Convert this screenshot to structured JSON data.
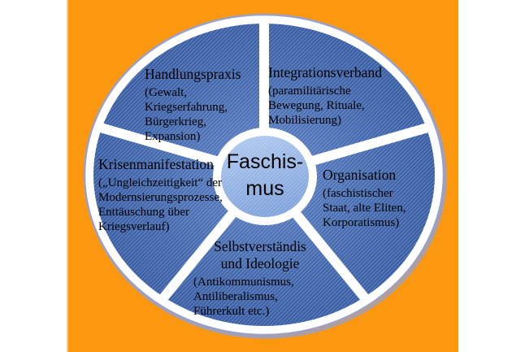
{
  "diagram": {
    "center_label": "Faschis-\nmus",
    "segments": [
      {
        "title": "Handlungspraxis",
        "details": "(Gewalt,\nKriegserfahrung,\nBürgerkrieg,\nExpansion)"
      },
      {
        "title": "Integrationsverband",
        "details": "(paramilitärische\nBewegung, Rituale,\nMobilisierung)"
      },
      {
        "title": "Organisation",
        "details": "(faschistischer\nStaat, alte Eliten,\nKorporatismus)"
      },
      {
        "title": "Selbstverständis\nund Ideologie",
        "details": "(Antikommunismus,\nAntiliberalismus,\nFührerkult etc.)"
      },
      {
        "title": "Krisenmanifestation",
        "details": "(„Ungleichzeitigkeit“ der\nModernsierungsprozesse,\nEnttäuschung über\nKriegsverlauf)"
      }
    ],
    "colors": {
      "background_orange": "#FB980F",
      "background_orange_edge": "#FDC97E",
      "pie_blue_center": "#5E83C6",
      "pie_blue_mid": "#4066AC",
      "pie_blue_edge": "#30559D",
      "center_blue_top": "#B0CAF0",
      "center_blue_bottom": "#7FA3DB",
      "hatch_line": "rgba(255,255,255,0.22)",
      "ring_white": "#FFFFFF",
      "ring_outline": "#99A0CA",
      "text": "#000000"
    }
  }
}
